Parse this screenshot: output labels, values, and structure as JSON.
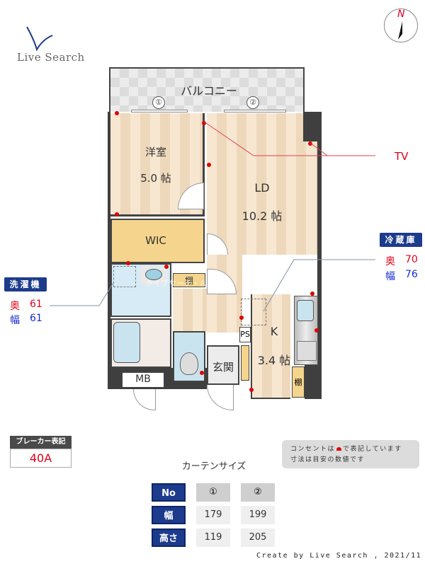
{
  "brand": {
    "name": "Live Search",
    "credit": "Create by Live Search , 2021/11"
  },
  "compass": {
    "label": "N"
  },
  "rooms": {
    "balcony": "バルコニー",
    "western_room": {
      "name": "洋室",
      "size": "5.0 帖"
    },
    "ld": {
      "name": "LD",
      "size": "10.2 帖"
    },
    "wic": "WIC",
    "kitchen": {
      "name": "K",
      "size": "3.4 帖"
    },
    "entrance": "玄関",
    "shelf1": "棚",
    "shelf2": "棚",
    "ps": "PS",
    "mb": "MB"
  },
  "windows": [
    "①",
    "②"
  ],
  "watermark": "ライブサーチ・ルーナン博多駅前店",
  "tv": {
    "label": "TV"
  },
  "washer": {
    "title": "洗濯機",
    "depth_label": "奥",
    "depth": "61",
    "width_label": "幅",
    "width": "61"
  },
  "fridge": {
    "title": "冷蔵庫",
    "depth_label": "奥",
    "depth": "70",
    "width_label": "幅",
    "width": "76"
  },
  "breaker": {
    "title": "ブレーカー表記",
    "value": "40A"
  },
  "notes": {
    "line1_pre": "コンセントは",
    "line1_post": "で表記しています",
    "line2": "寸法は目安の数値です"
  },
  "curtain": {
    "title": "カーテンサイズ",
    "headers": [
      "No",
      "幅",
      "高さ"
    ],
    "columns": [
      {
        "no": "①",
        "width": "179",
        "height": "119"
      },
      {
        "no": "②",
        "width": "199",
        "height": "205"
      }
    ]
  },
  "colors": {
    "accent_blue": "#1c3b8c",
    "outlet_red": "#e00000"
  }
}
